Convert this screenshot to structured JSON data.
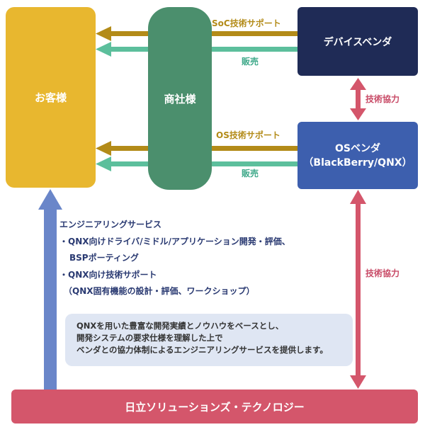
{
  "nodes": {
    "customer": "お客様",
    "trading_company": "商社様",
    "device_vendor": "デバイスベンダ",
    "os_vendor_line1": "OSベンダ",
    "os_vendor_line2": "（BlackBerry/QNX）",
    "hitachi": "日立ソリューションズ・テクノロジー"
  },
  "edges": {
    "soc_support": "SoC技術サポート",
    "sales_device": "販売",
    "os_support": "OS技術サポート",
    "sales_os": "販売",
    "tech_coop_top": "技術協力",
    "tech_coop_bottom": "技術協力"
  },
  "services": {
    "heading": "エンジニアリングサービス",
    "item1": "・QNX向けドライバ/ミドル/アプリケーション開発・評価、",
    "item1_cont": "BSPポーティング",
    "item2": "・QNX向け技術サポート",
    "item2_cont": "（QNX固有機能の設計・評価、ワークショップ）"
  },
  "note": {
    "line1": "QNXを用いた豊富な開発実績とノウハウをベースとし、",
    "line2": "開発システムの要求仕様を理解した上で",
    "line3": "ベンダとの協力体制によるエンジニアリングサービスを提供します。"
  },
  "colors": {
    "customer": "#e8b72f",
    "trading_company": "#4b8f6d",
    "device_vendor": "#1f2b56",
    "os_vendor": "#3d5fae",
    "hitachi": "#d4566b",
    "support_arrow": "#b38b18",
    "sales_arrow": "#5cbf9c",
    "coop_arrow": "#d4566b",
    "service_arrow": "#6a86c9"
  }
}
